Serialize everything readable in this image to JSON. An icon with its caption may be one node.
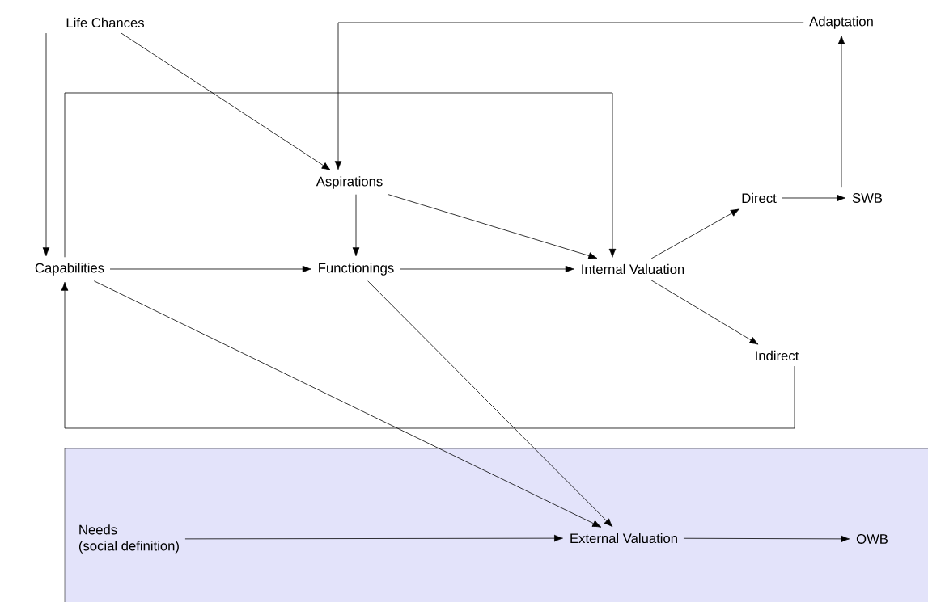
{
  "diagram": {
    "nodes": [
      {
        "text": [
          "Life Chances"
        ]
      },
      {
        "text": [
          "Adaptation"
        ]
      },
      {
        "text": [
          "Aspirations"
        ]
      },
      {
        "text": [
          "Direct"
        ]
      },
      {
        "text": [
          "SWB"
        ]
      },
      {
        "text": [
          "Capabilities"
        ]
      },
      {
        "text": [
          "Functionings"
        ]
      },
      {
        "text": [
          "Internal Valuation"
        ]
      },
      {
        "text": [
          "Indirect"
        ]
      },
      {
        "text": [],
        "shape": "box"
      },
      {
        "text": [
          "Needs",
          "(social definition)"
        ],
        "in": 9
      },
      {
        "text": [
          "External Valuation"
        ],
        "in": 9
      },
      {
        "text": [
          "OWB"
        ],
        "in": 9
      }
    ],
    "edges": [
      {
        "from": 0,
        "to": 5,
        "arrow": "to"
      },
      {
        "from": 0,
        "to": 2,
        "arrow": "to"
      },
      {
        "from": 1,
        "to": 2,
        "arrow": "to"
      },
      {
        "from": 5,
        "to": 7,
        "arrow": "to"
      },
      {
        "from": 2,
        "to": 6,
        "arrow": "to"
      },
      {
        "from": 2,
        "to": 7,
        "arrow": "to"
      },
      {
        "from": 5,
        "to": 6,
        "arrow": "to"
      },
      {
        "from": 6,
        "to": 7,
        "arrow": "to"
      },
      {
        "from": 7,
        "to": 3,
        "arrow": "to"
      },
      {
        "from": 3,
        "to": 4,
        "arrow": "to"
      },
      {
        "from": 4,
        "to": 1,
        "arrow": "to"
      },
      {
        "from": 7,
        "to": 8,
        "arrow": "to"
      },
      {
        "from": 8,
        "to": 5,
        "arrow": "to"
      },
      {
        "from": 5,
        "to": 11,
        "arrow": "to"
      },
      {
        "from": 6,
        "to": 11,
        "arrow": "to"
      },
      {
        "from": 10,
        "to": 11,
        "arrow": "to"
      },
      {
        "from": 11,
        "to": 12,
        "arrow": "to"
      }
    ]
  }
}
